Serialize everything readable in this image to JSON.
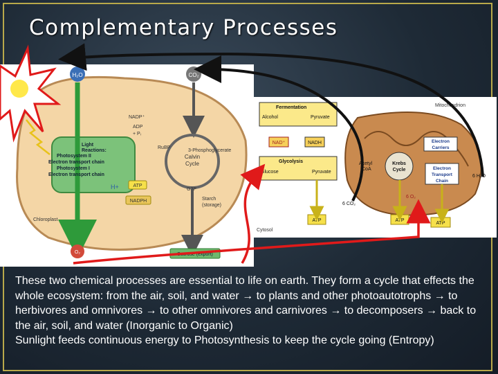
{
  "title": "Complementary Processes",
  "photosynthesis": {
    "h2o": "H₂O",
    "co2": "CO₂",
    "light": "Light",
    "light_reactions": [
      "Light",
      "Reactions:",
      "Photosystem II",
      "Electron transport chain",
      "Photosystem I",
      "Electron transport chain"
    ],
    "nadp": "NADP⁺",
    "adp": "ADP",
    "pi": "+ Pᵢ",
    "rubp": "RuBP",
    "pga": "3-Phosphoglycerate",
    "calvin": [
      "Calvin",
      "Cycle"
    ],
    "hplus": "H+",
    "atp": "ATP",
    "nadph": "NADPH",
    "g3p": "G3P",
    "starch": [
      "Starch",
      "(storage)"
    ],
    "chloroplast": "Chloroplast",
    "o2": "O₂",
    "sucrose": "Sucrose (export)"
  },
  "respiration": {
    "fermentation": "Fermentation",
    "alcohol": "Alcohol",
    "pyruvate_top": "Pyruvate",
    "mitochondrion": "Mitochondrion",
    "nad": "NAD⁺",
    "nadh": "NADH",
    "glycolysis": "Glycolysis",
    "glucose": "Glucose",
    "pyruvate": "Pyruvate",
    "acetyl": [
      "Acetyl",
      "CoA"
    ],
    "krebs": [
      "Krebs",
      "Cycle"
    ],
    "carriers": [
      "Electron",
      "Carriers"
    ],
    "etc": [
      "Electron",
      "Transport",
      "Chain"
    ],
    "h2o_out": "6 H₂O",
    "co2_out": "6 CO₂",
    "o2_in": "6 O₂",
    "atp": "ATP",
    "cytosol": "Cytosol"
  },
  "caption": {
    "paragraph1": "These two chemical processes are essential to life on earth. They form a cycle that effects the whole ecosystem: from the air, soil, and water → to plants and other photoautotrophs → to herbivores and omnivores → to other omnivores and carnivores → to decomposers → back to the air, soil, and water (Inorganic to Organic)",
    "paragraph2": "Sunlight feeds continuous energy to Photosynthesis to keep the cycle going (Entropy)"
  },
  "colors": {
    "arrow_red": "#e01a1a",
    "arrow_black": "#111111",
    "arrow_green": "#2e9a3a",
    "chloroplast_fill": "#f4d6a6",
    "thylakoid_green": "#7cc27a",
    "mito_fill": "#c98a4f",
    "sun": "#ffe84a",
    "atp_yellow": "#f6e04a"
  }
}
